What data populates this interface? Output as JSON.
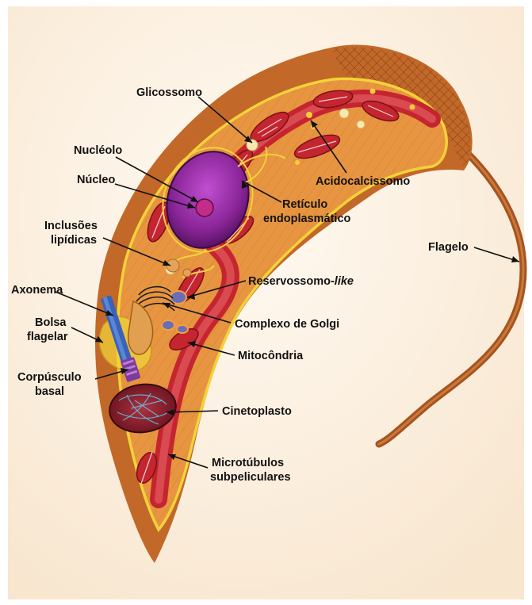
{
  "colors": {
    "background": "#fdf1e2",
    "cell_body": "#c66a2a",
    "cytoplasm": "#e6943f",
    "membrane": "#f2d23a",
    "mitochondrion": "#c4252f",
    "nucleus": "#7b1f8c",
    "nucleolus": "#c42c8a",
    "kinetoplast": "#7a1a25",
    "axoneme": "#3a62b8",
    "basal_body": "#7b3c9a",
    "label_text": "#111111"
  },
  "labels": {
    "glicossomo": "Glicossomo",
    "nucleolo": "Nucléolo",
    "nucleo": "Núcleo",
    "acidocalcissomo": "Acidocalcissomo",
    "reticulo_line1": "Retículo",
    "reticulo_line2": "endoplasmático",
    "inclusoes_line1": "Inclusões",
    "inclusoes_line2": "lipídicas",
    "flagelo": "Flagelo",
    "reservossomo": "Reservossomo-",
    "reservossomo_italic": "like",
    "axonema": "Axonema",
    "bolsa_line1": "Bolsa",
    "bolsa_line2": "flagelar",
    "golgi": "Complexo de Golgi",
    "mitocondria": "Mitocôndria",
    "corpusculo_line1": "Corpúsculo",
    "corpusculo_line2": "basal",
    "cinetoplasto": "Cinetoplasto",
    "microtubulos_line1": "Microtúbulos",
    "microtubulos_line2": "subpeliculares"
  }
}
